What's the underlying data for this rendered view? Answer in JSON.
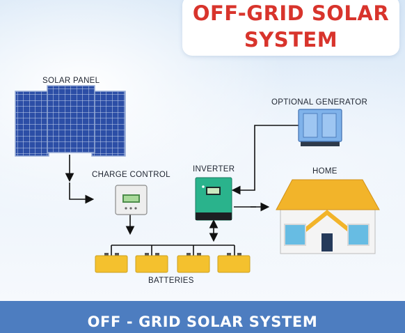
{
  "title": {
    "line1": "OFF-GRID SOLAR",
    "line2": "SYSTEM"
  },
  "components": {
    "solar_panel": "SOLAR PANEL",
    "charge_control": "CHARGE CONTROL",
    "inverter": "INVERTER",
    "optional_generator": "OPTIONAL GENERATOR",
    "home": "HOME",
    "batteries": "BATTERIES"
  },
  "footer": {
    "text": "OFF - GRID SOLAR SYSTEM"
  },
  "colors": {
    "title_red": "#d8342c",
    "footer_blue": "#4d7dc0",
    "panel_blue": "#2f4fa8",
    "battery_yellow": "#f4c12e",
    "inverter_green": "#27b38a",
    "roof_yellow": "#f2b42a"
  }
}
